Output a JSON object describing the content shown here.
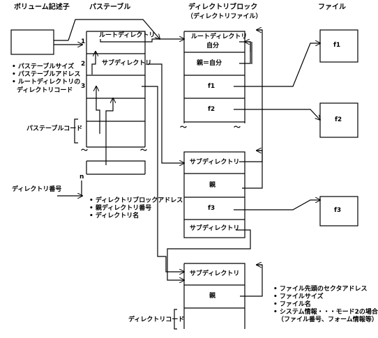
{
  "headers": {
    "volume_descriptor": "ボリューム記述子",
    "path_table": "パステーブル",
    "directory_block": "ディレクトリブロック",
    "directory_file": "（ディレクトリファイル）",
    "file": "ファイル"
  },
  "volume_descriptor_items": [
    "パステーブルサイズ",
    "パステーブルアドレス",
    "ルートディレクトリの",
    "ディレクトリコード"
  ],
  "path_table": {
    "row_numbers": [
      "1",
      "2",
      "3",
      "n"
    ],
    "root_entry": "ルートディレクトリ",
    "sub_entry": "サブディレクトリ",
    "record_label": "パステーブルコード",
    "directory_number_label": "ディレクトリ番号",
    "items": [
      "ディレクトリブロックアドレス",
      "親ディレクトリ番号",
      "ディレクトリ名"
    ]
  },
  "root_block": {
    "root_dir": "ルートディレクトリ",
    "self": "自分",
    "parent_self": "親＝自分",
    "f1": "f1",
    "f2": "f2"
  },
  "sub_block": {
    "sub_dir": "サブディレクトリ",
    "parent": "親",
    "f3": "f3",
    "sub_dir_bottom": "サブディレクトリ"
  },
  "sub_block_2": {
    "sub_dir": "サブディレクトリ",
    "parent": "親",
    "record_label": "ディレクトリコード"
  },
  "files": [
    "f1",
    "f2",
    "f3"
  ],
  "tilde": "～",
  "file_items": [
    "ファイル先頭のセクタアドレス",
    "ファイルサイズ",
    "ファイル名",
    "システム情報・・・モード2の場合",
    "（ファイル番号、フォーム情報等）"
  ]
}
